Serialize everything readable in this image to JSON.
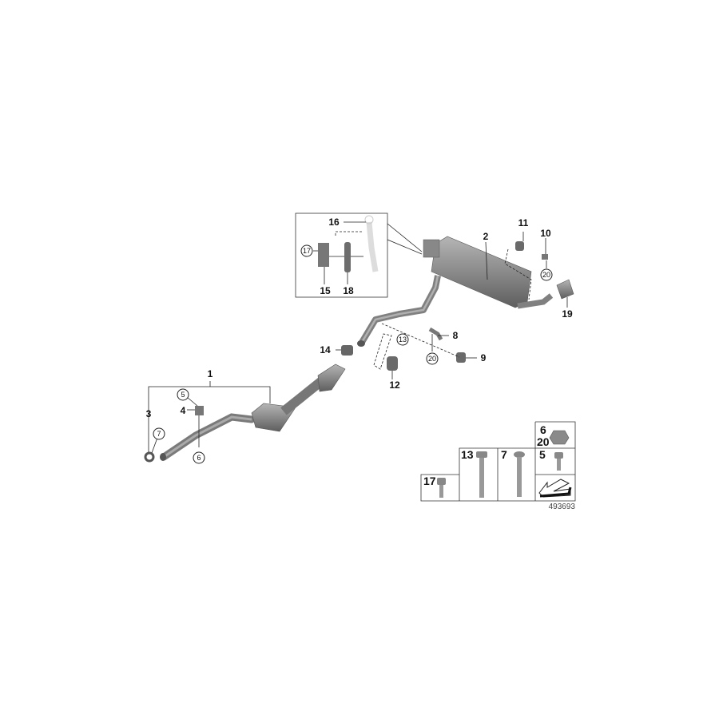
{
  "diagram_number": "493693",
  "colors": {
    "part": "#8a8a8a",
    "part_dark": "#5e5e5e",
    "line": "#222222"
  },
  "labels": {
    "p1": "1",
    "p2": "2",
    "p3": "3",
    "p4": "4",
    "p5": "5",
    "p6": "6",
    "p7": "7",
    "p8": "8",
    "p9": "9",
    "p10": "10",
    "p11": "11",
    "p12": "12",
    "p13": "13",
    "p14": "14",
    "p15": "15",
    "p16": "16",
    "p17": "17",
    "p18": "18",
    "p19": "19",
    "p20a": "20",
    "p20b": "20"
  },
  "legend": {
    "nut_a": "6",
    "nut_b": "20",
    "bolt13": "13",
    "bolt7": "7",
    "bolt5": "5",
    "bolt17": "17"
  }
}
